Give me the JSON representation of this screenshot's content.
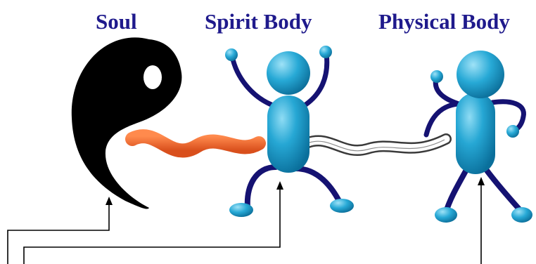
{
  "labels": {
    "soul": "Soul",
    "spirit_body": "Spirit Body",
    "physical_body": "Physical Body"
  },
  "colors": {
    "heading_text": "#1f1a8c",
    "soul_shape": "#000000",
    "spirit_cord": "#e8632b",
    "silver_cord_fill": "#ffffff",
    "silver_cord_edge": "#3a3a3a",
    "figure_body": "#1b9bc9",
    "figure_body_highlight": "#7fd2ee",
    "figure_limbs": "#151272",
    "connector_lines": "#000000"
  },
  "icons": {
    "soul": "yin-yang-half-icon",
    "spirit_body": "jumping-stick-figure-icon",
    "physical_body": "standing-stick-figure-icon"
  }
}
